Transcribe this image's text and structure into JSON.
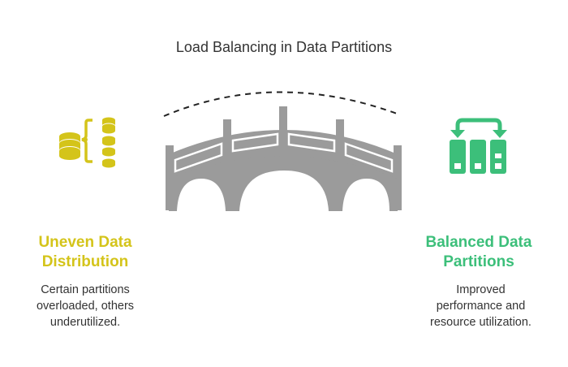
{
  "title": "Load Balancing in Data Partitions",
  "left": {
    "heading_line1": "Uneven Data",
    "heading_line2": "Distribution",
    "desc_line1": "Certain partitions",
    "desc_line2": "overloaded, others",
    "desc_line3": "underutilized.",
    "color": "#d4c41a",
    "icon": "uneven-database-icon"
  },
  "right": {
    "heading_line1": "Balanced Data",
    "heading_line2": "Partitions",
    "desc_line1": "Improved",
    "desc_line2": "performance and",
    "desc_line3": "resource utilization.",
    "color": "#3cbf7a",
    "icon": "balanced-partitions-icon"
  },
  "bridge": {
    "color": "#9b9b9b",
    "icon": "bridge-icon"
  }
}
